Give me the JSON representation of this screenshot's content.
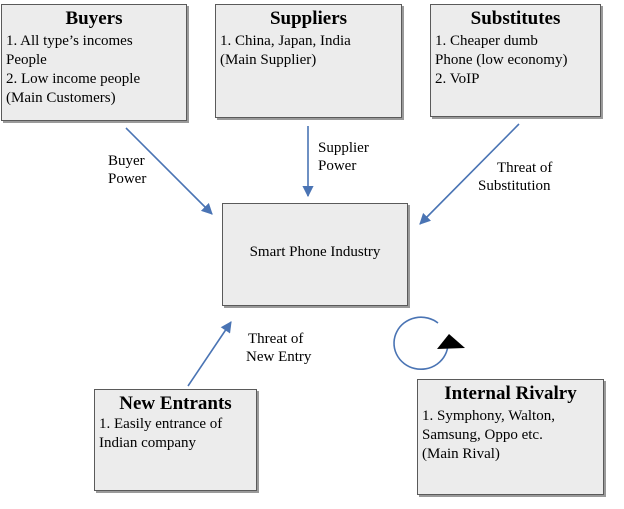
{
  "buyers": {
    "title": "Buyers",
    "lines": [
      "1. All type’s incomes",
      "People",
      "2. Low income people",
      "(Main Customers)"
    ]
  },
  "suppliers": {
    "title": "Suppliers",
    "lines": [
      "1. China, Japan, India",
      "(Main Supplier)"
    ]
  },
  "substitutes": {
    "title": "Substitutes",
    "lines": [
      "1. Cheaper dumb",
      "Phone (low economy)",
      "2. VoIP"
    ]
  },
  "center": {
    "label": "Smart Phone Industry"
  },
  "new_entrants": {
    "title": "New Entrants",
    "lines": [
      "1. Easily entrance of",
      "Indian company"
    ]
  },
  "rivalry": {
    "title": "Internal Rivalry",
    "lines": [
      "1. Symphony, Walton,",
      "Samsung, Oppo etc.",
      "(Main Rival)"
    ]
  },
  "forces": {
    "buyer_power": [
      "Buyer",
      "Power"
    ],
    "supplier_power": [
      "Supplier",
      "Power"
    ],
    "threat_substitution": [
      "Threat of",
      "Substitution"
    ],
    "threat_new_entry": [
      "Threat of",
      "New Entry"
    ]
  },
  "colors": {
    "arrow": "#4a74b4",
    "box_fill": "#ececec",
    "box_border": "#5a5a5a"
  }
}
